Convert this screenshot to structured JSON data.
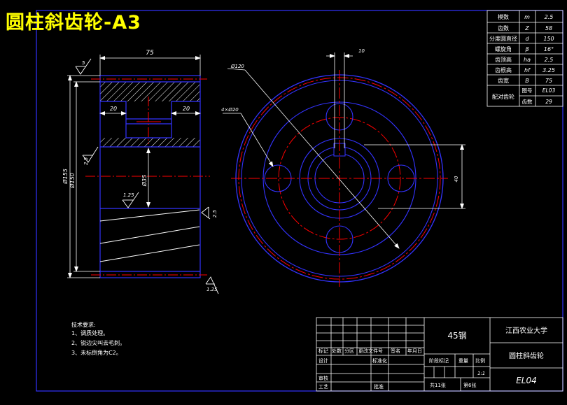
{
  "title_banner": "圆柱斜齿轮-A3",
  "param_table": {
    "rows": [
      {
        "name": "模数",
        "symbol": "m",
        "value": "2.5"
      },
      {
        "name": "齿数",
        "symbol": "Z",
        "value": "58"
      },
      {
        "name": "分度圆直径",
        "symbol": "d",
        "value": "150"
      },
      {
        "name": "螺旋角",
        "symbol": "β",
        "value": "16°"
      },
      {
        "name": "齿顶高",
        "symbol": "ha",
        "value": "2.5"
      },
      {
        "name": "齿根高",
        "symbol": "hf",
        "value": "3.25"
      },
      {
        "name": "齿宽",
        "symbol": "B",
        "value": "75"
      }
    ],
    "mating": {
      "label": "配对齿轮",
      "r1_key": "图号",
      "r1_val": "EL03",
      "r2_key": "齿数",
      "r2_val": "29"
    }
  },
  "dimensions": {
    "width_total": "75",
    "web_left": "20",
    "web_right": "20",
    "rough_top": "5",
    "rough_left_hub": "2.5",
    "rough_bore": "1.25",
    "rough_right": "2.5",
    "rough_bottom": "1.25",
    "dia_outer": "Ø155",
    "dia_root": "Ø150",
    "dia_bore": "Ø35",
    "pcd_label": "Ø120",
    "holes_label": "4×Ø20",
    "keyway_top": "10",
    "keyway_side": "40"
  },
  "notes": {
    "heading": "技术要求:",
    "items": [
      "1、调质处理。",
      "2、锐边尖叫去毛刺。",
      "3、未标倒角为C2。"
    ]
  },
  "title_block": {
    "material": "45钢",
    "school": "江西农业大学",
    "part_name": "圆柱斜齿轮",
    "drawing_no": "EL04",
    "scale": "1:1",
    "sheets": "共11张",
    "sheet_no": "第6张",
    "labels": {
      "mark": "标记",
      "count": "处数",
      "zone": "分区",
      "change_doc": "更改文件号",
      "sign": "签名",
      "date": "年月日",
      "design": "设计",
      "standardize": "标准化",
      "stage_mark": "阶段标记",
      "weight": "重量",
      "scale": "比例",
      "check": "审核",
      "process": "工艺",
      "approve": "批准"
    }
  },
  "colors": {
    "frame": "#3333ff",
    "outline": "#ffffff",
    "centerline": "#ff0000",
    "dimension": "#ffffff",
    "banner": "#ffff00",
    "background": "#000000"
  }
}
